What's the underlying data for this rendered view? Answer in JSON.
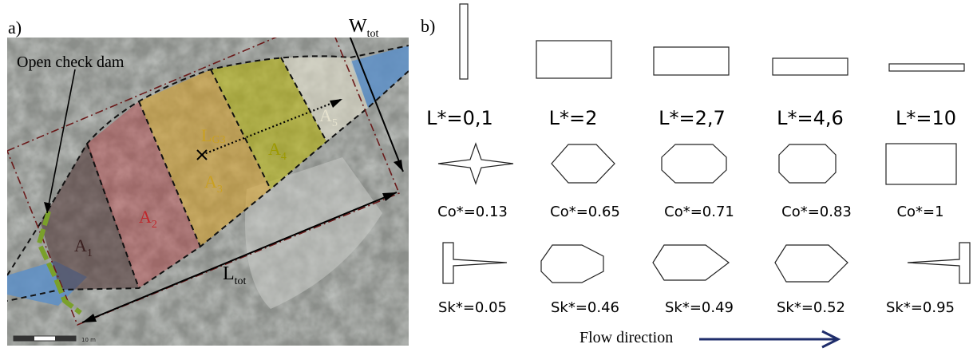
{
  "panel_a": {
    "label": "a)",
    "annotations": {
      "dam": "Open check dam",
      "w_main": "W",
      "w_sub": "tot",
      "l_main": "L",
      "l_sub": "tot",
      "g_main": "L",
      "g_sub": "G3"
    },
    "areas": [
      {
        "main": "A",
        "sub": "1",
        "color": "#4a2a2a"
      },
      {
        "main": "A",
        "sub": "2",
        "color": "#c0262b"
      },
      {
        "main": "A",
        "sub": "3",
        "color": "#d8a022"
      },
      {
        "main": "A",
        "sub": "4",
        "color": "#b8a000"
      },
      {
        "main": "A",
        "sub": "5",
        "color": "#d9d6c8"
      }
    ],
    "scale_bar": "10 m"
  },
  "panel_b": {
    "label": "b)",
    "rows": [
      {
        "name": "L*",
        "labels": [
          "L*=0,1",
          "L*=2",
          "L*=2,7",
          "L*=4,6",
          "L*=10"
        ]
      },
      {
        "name": "Co*",
        "labels": [
          "Co*=0.13",
          "Co*=0.65",
          "Co*=0.71",
          "Co*=0.83",
          "Co*=1"
        ]
      },
      {
        "name": "Sk*",
        "labels": [
          "Sk*=0.05",
          "Sk*=0.46",
          "Sk*=0.49",
          "Sk*=0.52",
          "Sk*=0.95"
        ]
      }
    ],
    "flow_direction": "Flow direction",
    "arrow_color": "#1f2d6b"
  }
}
